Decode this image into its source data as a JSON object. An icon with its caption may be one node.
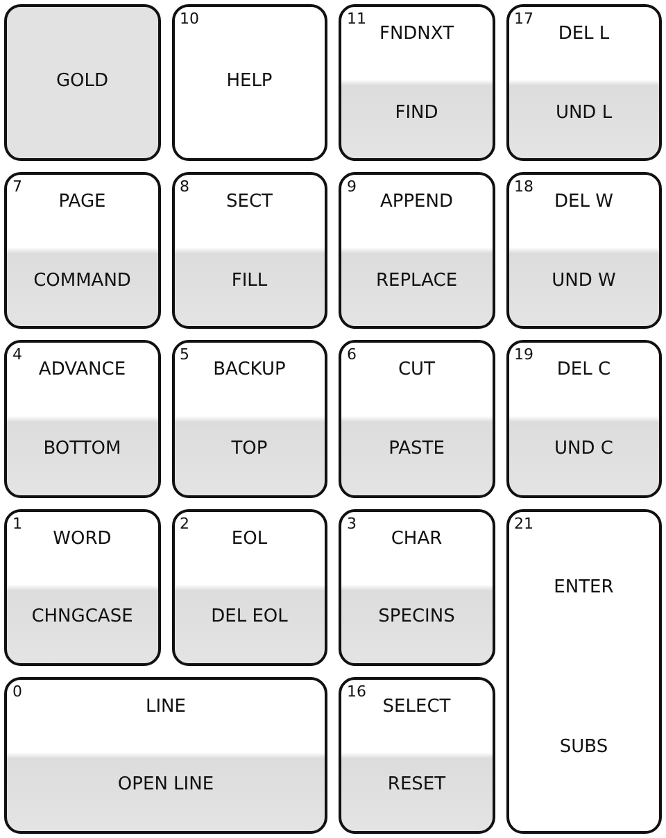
{
  "diagram": {
    "nodes": [
      {
        "text": [
          "GOLD"
        ]
      },
      {
        "text": [
          "10",
          "HELP"
        ]
      },
      {
        "text": [
          "11",
          "FNDNXT",
          "FIND"
        ]
      },
      {
        "text": [
          "17",
          "DEL L",
          "UND L"
        ]
      },
      {
        "text": [
          "7",
          "PAGE",
          "COMMAND"
        ]
      },
      {
        "text": [
          "8",
          "SECT",
          "FILL"
        ]
      },
      {
        "text": [
          "9",
          "APPEND",
          "REPLACE"
        ]
      },
      {
        "text": [
          "18",
          "DEL W",
          "UND W"
        ]
      },
      {
        "text": [
          "4",
          "ADVANCE",
          "BOTTOM"
        ]
      },
      {
        "text": [
          "5",
          "BACKUP",
          "TOP"
        ]
      },
      {
        "text": [
          "6",
          "CUT",
          "PASTE"
        ]
      },
      {
        "text": [
          "19",
          "DEL C",
          "UND C"
        ]
      },
      {
        "text": [
          "1",
          "WORD",
          "CHNGCASE"
        ]
      },
      {
        "text": [
          "2",
          "EOL",
          "DEL EOL"
        ]
      },
      {
        "text": [
          "3",
          "CHAR",
          "SPECINS"
        ]
      },
      {
        "text": [
          "21",
          "ENTER",
          "SUBS"
        ]
      },
      {
        "text": [
          "0",
          "LINE",
          "OPEN LINE"
        ]
      },
      {
        "text": [
          "16",
          "SELECT",
          "RESET"
        ]
      }
    ]
  }
}
